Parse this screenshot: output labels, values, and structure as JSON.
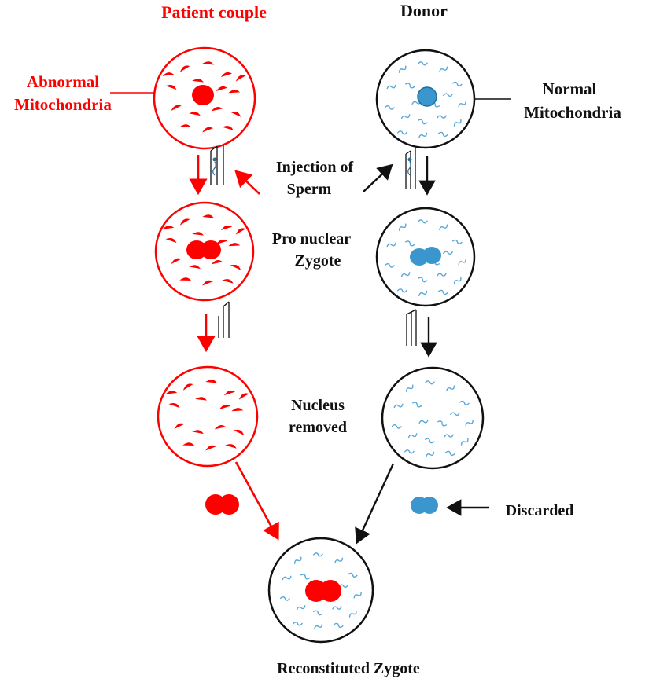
{
  "labels": {
    "patient_couple": "Patient couple",
    "donor": "Donor",
    "abnormal_1": "Abnormal",
    "abnormal_2": "Mitochondria",
    "normal_1": "Normal",
    "normal_2": "Mitochondria",
    "injection_1": "Injection of",
    "injection_2": "Sperm",
    "pronuclear_1": "Pro nuclear",
    "pronuclear_2": "Zygote",
    "nucleus_1": "Nucleus",
    "nucleus_2": "removed",
    "discarded": "Discarded",
    "reconstituted": "Reconstituted  Zygote"
  },
  "colors": {
    "patient": "#ff0000",
    "donor_mito": "#5aa8d8",
    "donor_nucleus": "#3a96cc",
    "ink": "#111111"
  },
  "icons": {
    "pipette": "injection-pipette-icon",
    "sperm": "sperm-icon"
  }
}
